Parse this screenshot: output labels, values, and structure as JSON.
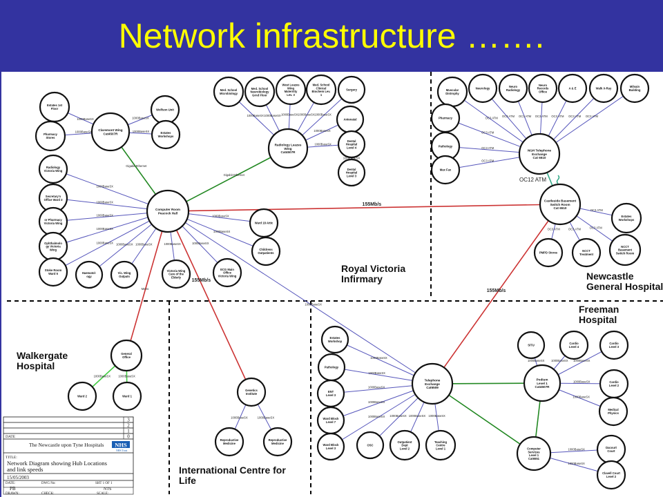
{
  "title": "Network infrastructure …….",
  "colors": {
    "header_bg": "#3333a0",
    "title": "#ffff00",
    "blue_link": "#5555bb",
    "red_link": "#cc3333",
    "green_link": "#228822",
    "light_green_link": "#44cc44",
    "teal_link": "#33aa88"
  },
  "nodes": [
    {
      "id": "estates1st",
      "text": "Estates 1st\nFloor"
    },
    {
      "id": "pharmStores",
      "text": "Pharmacy\nStores"
    },
    {
      "id": "claremont",
      "text": "Claremont Wing\nCat4507R"
    },
    {
      "id": "wolfson",
      "text": "Wolfson Unit"
    },
    {
      "id": "estatesWs",
      "text": "Estates\nWorkshops"
    },
    {
      "id": "medMicro",
      "text": "Med. School\nMicrobiology"
    },
    {
      "id": "medNeuro",
      "text": "Med. School\nNeurobiology\nGrnd Floor"
    },
    {
      "id": "westLeazes",
      "text": "West Leazes\nWing\nMaternity\nLev. 3"
    },
    {
      "id": "medClinical",
      "text": "Med. School\nClinical\nBiochem Lev.\n1"
    },
    {
      "id": "surgery",
      "text": "Surgery"
    },
    {
      "id": "antenatal",
      "text": "Antenatal"
    },
    {
      "id": "dental4",
      "text": "Dental\nHospital\nLevel 4"
    },
    {
      "id": "dental3",
      "text": "Dental\nHospital\nLevel 3"
    },
    {
      "id": "radLeazes",
      "text": "Radiology Leazes\nWing\nCat4507R"
    },
    {
      "id": "radVic",
      "text": "Radiology\nVictoria Wing"
    },
    {
      "id": "secOffice",
      "text": "Secretary's\nOffice Ward 3"
    },
    {
      "id": "orPharm",
      "text": "or Pharmacy\nVictoria Wing"
    },
    {
      "id": "ophth",
      "text": "Ophthalmolo\ngy Victoria\nWing"
    },
    {
      "id": "stoke",
      "text": "Stoke Room\nWard 5"
    },
    {
      "id": "haemat",
      "text": "Haematol-\nogy"
    },
    {
      "id": "vicOutpats",
      "text": "Vic. Wing\nOutpats"
    },
    {
      "id": "vicCare",
      "text": "Victoria Wing\nCare of the\nElderly"
    },
    {
      "id": "ecgMain",
      "text": "ECG Main\nOffice\nVictoria Wing"
    },
    {
      "id": "children",
      "text": "Childrens\nOutpatients"
    },
    {
      "id": "ward18",
      "text": "Ward 18 Attic"
    },
    {
      "id": "compRoom",
      "text": "Computer Room\nPeacock Hall"
    },
    {
      "id": "muscular",
      "text": "Muscular\nDistrophy"
    },
    {
      "id": "neurology",
      "text": "Neurology"
    },
    {
      "id": "neuroRad",
      "text": "Neuro\nRadiology"
    },
    {
      "id": "neuroRec",
      "text": "Neuro\nRecords\nOffice"
    },
    {
      "id": "ae",
      "text": "A & E"
    },
    {
      "id": "walkXray",
      "text": "Walk X-Ray"
    },
    {
      "id": "milvain",
      "text": "Milvain\nBuilding"
    },
    {
      "id": "pharmNgh",
      "text": "Pharmacy"
    },
    {
      "id": "pathNgh",
      "text": "Pathology"
    },
    {
      "id": "maxFax",
      "text": "Max Fax"
    },
    {
      "id": "nghTel",
      "text": "NGH Telephone\nExchange\nCat 6510"
    },
    {
      "id": "castleBase",
      "text": "Castleside Basement\nSwitch Room\nCat 6510"
    },
    {
      "id": "estatesWsNgh",
      "text": "Estates\nWorkshops"
    },
    {
      "id": "nccTreat",
      "text": "NCCT\nTreatment"
    },
    {
      "id": "pmpdStores",
      "text": "PMPD Stores"
    },
    {
      "id": "nccBase",
      "text": "NCCT\nBasement\nSwitch Room"
    },
    {
      "id": "generalOffice",
      "text": "General\nOffice"
    },
    {
      "id": "ward2",
      "text": "Ward 2"
    },
    {
      "id": "ward1",
      "text": "Ward 1"
    },
    {
      "id": "genetics",
      "text": "Genetics\nInstitute"
    },
    {
      "id": "reproMed1",
      "text": "Reproductive\nMedicine"
    },
    {
      "id": "reproMed2",
      "text": "Reproductive\nMedicine"
    },
    {
      "id": "estatesWsFh",
      "text": "Estates\nWorkshop"
    },
    {
      "id": "pathFh",
      "text": "Pathology"
    },
    {
      "id": "ent",
      "text": "ENT\nLevel 3"
    },
    {
      "id": "wardBlock7",
      "text": "Ward Block\nLevel 7"
    },
    {
      "id": "wardBlock3",
      "text": "Ward Block\nLevel 3"
    },
    {
      "id": "osc",
      "text": "OSC"
    },
    {
      "id": "outpatDept",
      "text": "Outpatient\nDept\nLevel 2"
    },
    {
      "id": "teaching",
      "text": "Teaching\nCentre\nLevel 1"
    },
    {
      "id": "fhTel",
      "text": "Telephone\nExchange\nCat6509"
    },
    {
      "id": "situ",
      "text": "SITU"
    },
    {
      "id": "cardio4",
      "text": "Cardio\nLevel 4"
    },
    {
      "id": "cardio3",
      "text": "Cardio\nLevel 3"
    },
    {
      "id": "cardio2",
      "text": "Cardio\nLevel 2"
    },
    {
      "id": "podium",
      "text": "Podium\nLevel 1\nCat4507R"
    },
    {
      "id": "medPhys",
      "text": "Medical\nPhysics"
    },
    {
      "id": "compServ",
      "text": "Computer\nServices\nLevel 1\nCat6551"
    },
    {
      "id": "dacourt",
      "text": "Dacourt\nCourt"
    },
    {
      "id": "clavell",
      "text": "Clavell Court\nLevel 2"
    }
  ],
  "links": [
    {
      "from": "estates1st",
      "to": "claremont",
      "label": "1000BaseSX"
    },
    {
      "from": "pharmStores",
      "to": "claremont",
      "label": "1000BaseSX"
    },
    {
      "from": "claremont",
      "to": "wolfson",
      "label": "1000BaseSX"
    },
    {
      "from": "claremont",
      "to": "estatesWs",
      "label": "1000BaseSX"
    },
    {
      "from": "radLeazes",
      "to": "medMicro",
      "label": "1000BaseSX"
    },
    {
      "from": "radLeazes",
      "to": "medNeuro",
      "label": "1000BaseSX"
    },
    {
      "from": "radLeazes",
      "to": "westLeazes",
      "label": "1000BaseSX"
    },
    {
      "from": "radLeazes",
      "to": "medClinical",
      "label": "1000BaseSX"
    },
    {
      "from": "radLeazes",
      "to": "surgery",
      "label": "1000BaseSX"
    },
    {
      "from": "radLeazes",
      "to": "antenatal",
      "label": "1000BaseSX"
    },
    {
      "from": "radLeazes",
      "to": "dental4",
      "label": "1000BaseSX"
    },
    {
      "from": "dental4",
      "to": "dental3",
      "label": "1000BaseSX"
    },
    {
      "from": "compRoom",
      "to": "claremont",
      "label": "Gigabit Ethernet"
    },
    {
      "from": "compRoom",
      "to": "radLeazes",
      "label": "Gigabit Ethernet"
    },
    {
      "from": "compRoom",
      "to": "radVic",
      "label": "1000BaseSX"
    },
    {
      "from": "compRoom",
      "to": "secOffice",
      "label": "1000BaseSX"
    },
    {
      "from": "compRoom",
      "to": "orPharm",
      "label": "1000BaseSX"
    },
    {
      "from": "compRoom",
      "to": "ophth",
      "label": "1000BaseSX"
    },
    {
      "from": "compRoom",
      "to": "stoke",
      "label": "1000BaseSX"
    },
    {
      "from": "compRoom",
      "to": "haemat",
      "label": "1000BaseSX"
    },
    {
      "from": "compRoom",
      "to": "vicOutpats",
      "label": "1000BaseSX"
    },
    {
      "from": "compRoom",
      "to": "vicCare",
      "label": "1000BaseSX"
    },
    {
      "from": "compRoom",
      "to": "ecgMain",
      "label": "1000BaseSX"
    },
    {
      "from": "compRoom",
      "to": "children",
      "label": "1000BaseSX"
    },
    {
      "from": "compRoom",
      "to": "ward18",
      "label": "1000BaseSX"
    },
    {
      "from": "compRoom",
      "to": "castleBase",
      "label": "155Mb/s"
    },
    {
      "from": "compRoom",
      "to": "generalOffice",
      "label": "Metro"
    },
    {
      "from": "compRoom",
      "to": "genetics",
      "label": "155Mb/s"
    },
    {
      "from": "compRoom",
      "to": "fhTel",
      "label": "1000BaseSX"
    },
    {
      "from": "nghTel",
      "to": "muscular",
      "label": "OC3 ATM"
    },
    {
      "from": "nghTel",
      "to": "neurology",
      "label": "OC3 ATM"
    },
    {
      "from": "nghTel",
      "to": "neuroRad",
      "label": "OC3 ATM"
    },
    {
      "from": "nghTel",
      "to": "neuroRec",
      "label": "OC3 ATM"
    },
    {
      "from": "nghTel",
      "to": "ae",
      "label": "OC3 ATM"
    },
    {
      "from": "nghTel",
      "to": "walkXray",
      "label": "OC3 ATM"
    },
    {
      "from": "nghTel",
      "to": "milvain",
      "label": "OC3 ATM"
    },
    {
      "from": "nghTel",
      "to": "pharmNgh",
      "label": "OC3 ATM"
    },
    {
      "from": "nghTel",
      "to": "pathNgh",
      "label": "OC3 ATM"
    },
    {
      "from": "nghTel",
      "to": "maxFax",
      "label": "OC3 ATM"
    },
    {
      "from": "nghTel",
      "to": "castleBase",
      "label": "OC12 ATM"
    },
    {
      "from": "castleBase",
      "to": "estatesWsNgh",
      "label": "OC3 ATM"
    },
    {
      "from": "castleBase",
      "to": "nccTreat",
      "label": "OC3 ATM"
    },
    {
      "from": "castleBase",
      "to": "pmpdStores",
      "label": "OC3 ATM"
    },
    {
      "from": "castleBase",
      "to": "nccBase",
      "label": "OC3 ATM"
    },
    {
      "from": "castleBase",
      "to": "fhTel",
      "label": "155Mb/s"
    },
    {
      "from": "generalOffice",
      "to": "ward2",
      "label": "1000BaseSX"
    },
    {
      "from": "generalOffice",
      "to": "ward1",
      "label": "1000BaseSX"
    },
    {
      "from": "genetics",
      "to": "reproMed1",
      "label": "1000BaseSX"
    },
    {
      "from": "genetics",
      "to": "reproMed2",
      "label": "1000BaseSX"
    },
    {
      "from": "fhTel",
      "to": "estatesWsFh",
      "label": "1000BaseSX"
    },
    {
      "from": "fhTel",
      "to": "pathFh",
      "label": "1000BaseSX"
    },
    {
      "from": "fhTel",
      "to": "ent",
      "label": "1000BaseSX"
    },
    {
      "from": "fhTel",
      "to": "wardBlock7",
      "label": "1000BaseSX"
    },
    {
      "from": "fhTel",
      "to": "wardBlock3",
      "label": "1000BaseSX"
    },
    {
      "from": "fhTel",
      "to": "osc",
      "label": "1000BaseSX"
    },
    {
      "from": "fhTel",
      "to": "outpatDept",
      "label": "1000BaseSX"
    },
    {
      "from": "fhTel",
      "to": "teaching",
      "label": "1000BaseSX"
    },
    {
      "from": "fhTel",
      "to": "podium",
      "label": ""
    },
    {
      "from": "fhTel",
      "to": "compServ",
      "label": ""
    },
    {
      "from": "podium",
      "to": "situ",
      "label": "1000BaseSX"
    },
    {
      "from": "podium",
      "to": "cardio4",
      "label": "1000BaseSX"
    },
    {
      "from": "podium",
      "to": "cardio3",
      "label": "1000BaseSX"
    },
    {
      "from": "podium",
      "to": "cardio2",
      "label": "1000BaseSX"
    },
    {
      "from": "podium",
      "to": "medPhys",
      "label": "1000BaseSX"
    },
    {
      "from": "podium",
      "to": "compServ",
      "label": ""
    },
    {
      "from": "compServ",
      "to": "dacourt",
      "label": "1000BaseSX"
    },
    {
      "from": "compServ",
      "to": "clavell",
      "label": "1000BaseSX"
    }
  ],
  "regions": [
    {
      "id": "rvi",
      "text": "Royal Victoria\nInfirmary"
    },
    {
      "id": "ngh",
      "text": "Newcastle\nGeneral Hospital"
    },
    {
      "id": "freeman",
      "text": "Freeman\nHospital"
    },
    {
      "id": "walkergate",
      "text": "Walkergate\nHospital"
    },
    {
      "id": "icfl",
      "text": "International Centre for\nLife"
    }
  ],
  "title_block": {
    "rev_numbers": [
      "3",
      "2",
      "1",
      "0"
    ],
    "date_label": "DATE",
    "org": "The Newcastle upon Tyne Hospitals",
    "nhs": "NHS",
    "nhs_trust": "NHS Trust",
    "title_label": "TITLE:",
    "title_text": "Network Diagram showing Hub Locations\nand link speeds",
    "date_value": "15/05/2003",
    "date_field": "DATE:",
    "dwg_no": "DWG No:",
    "sheet": "SHT 1 OF 1",
    "drawn_label": "DRAWN:",
    "drawn_value": "PB",
    "check_label": "CHECK:",
    "nts": "NTS",
    "scale_label": "SCALE:"
  }
}
